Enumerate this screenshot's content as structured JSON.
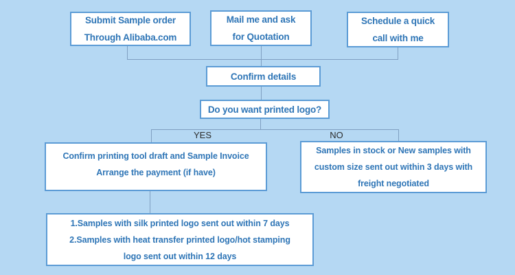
{
  "colors": {
    "background": "#b5d8f3",
    "box_fill": "#ffffff",
    "box_border": "#5b9bd5",
    "box_text": "#2e75b6",
    "connector_line": "#7f9fc1",
    "branch_label_text": "#2b2b2b"
  },
  "flowchart": {
    "nodes": [
      {
        "id": "submit-sample-order",
        "lines": [
          "Submit Sample order",
          "Through Alibaba.com"
        ]
      },
      {
        "id": "mail-for-quotation",
        "lines": [
          "Mail me and ask",
          "for Quotation"
        ]
      },
      {
        "id": "schedule-call",
        "lines": [
          "Schedule a quick",
          "call with me"
        ]
      },
      {
        "id": "confirm-details",
        "lines": [
          "Confirm details"
        ]
      },
      {
        "id": "printed-logo-question",
        "lines": [
          "Do you want printed logo?"
        ]
      },
      {
        "id": "yes-outcome",
        "lines": [
          "Confirm printing tool draft and Sample Invoice",
          "Arrange the payment (if have)"
        ]
      },
      {
        "id": "no-outcome",
        "lines": [
          "Samples in stock or New samples with",
          "custom size sent out within 3 days with",
          "freight negotiated"
        ]
      },
      {
        "id": "logo-timeline",
        "lines": [
          "1.Samples with silk printed logo sent out within 7 days",
          "2.Samples with heat transfer printed logo/hot stamping",
          "logo sent out within 12 days"
        ]
      }
    ],
    "branch_labels": {
      "yes": "YES",
      "no": "NO"
    }
  }
}
